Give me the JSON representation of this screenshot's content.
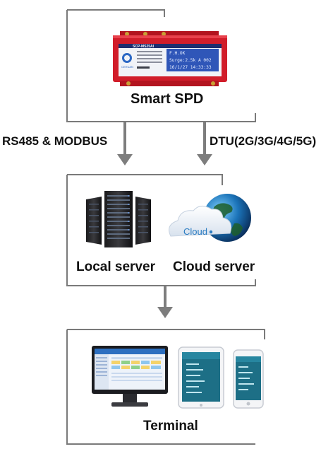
{
  "spd_box": {
    "label": "Smart SPD",
    "device": {
      "model": "SCP-MS25AI",
      "screen": [
        "F.H.OK",
        "Surge:2.5k A 002",
        "16/1/27 14:33:33"
      ]
    }
  },
  "links": {
    "left_label": "RS485 & MODBUS",
    "right_label": "DTU(2G/3G/4G/5G)"
  },
  "server_box": {
    "local_label": "Local server",
    "cloud_label": "Cloud server",
    "cloud_word": "Cloud"
  },
  "terminal_box": {
    "label": "Terminal"
  },
  "colors": {
    "box_border": "#7a7a7a",
    "arrow": "#7d7d7d",
    "device_red": "#d11d2a",
    "lcd_blue": "#2f56b8"
  }
}
